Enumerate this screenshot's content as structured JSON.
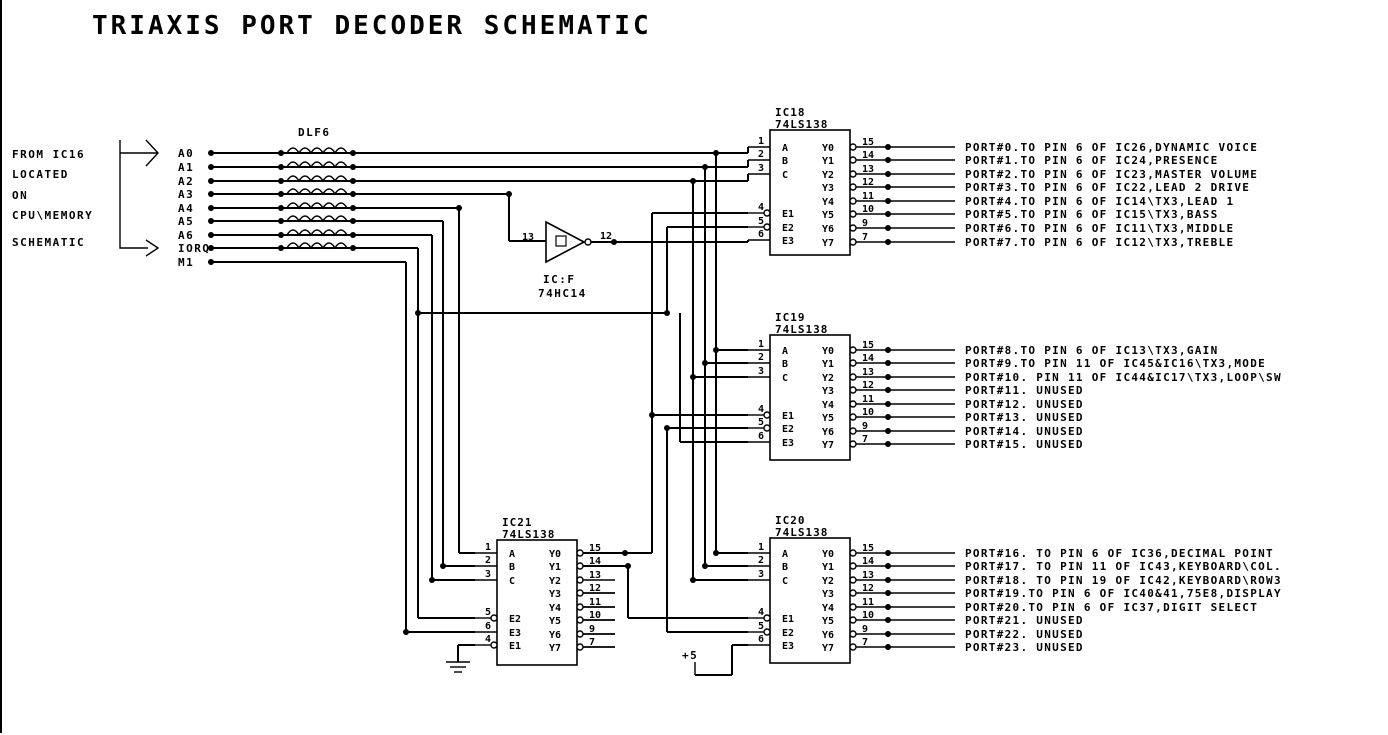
{
  "title": "TRIAXIS PORT DECODER SCHEMATIC",
  "source_note": [
    "FROM IC16",
    "LOCATED",
    "ON",
    "CPU\\MEMORY",
    "SCHEMATIC"
  ],
  "inputs": [
    "A0",
    "A1",
    "A2",
    "A3",
    "A4",
    "A5",
    "A6",
    "IORQ",
    "M1"
  ],
  "resistor_label": "DLF6",
  "inverter": {
    "name": "IC:F",
    "part": "74HC14",
    "pin_in": "13",
    "pin_out": "12"
  },
  "supply_label": "+5",
  "decoders": [
    {
      "name": "IC18",
      "part": "74LS138",
      "left": [
        {
          "pin": "1",
          "label": "A"
        },
        {
          "pin": "2",
          "label": "B"
        },
        {
          "pin": "3",
          "label": "C"
        },
        {
          "pin": "4",
          "label": "E1"
        },
        {
          "pin": "5",
          "label": "E2"
        },
        {
          "pin": "6",
          "label": "E3"
        }
      ],
      "right": [
        {
          "pin": "15",
          "label": "Y0"
        },
        {
          "pin": "14",
          "label": "Y1"
        },
        {
          "pin": "13",
          "label": "Y2"
        },
        {
          "pin": "12",
          "label": "Y3"
        },
        {
          "pin": "11",
          "label": "Y4"
        },
        {
          "pin": "10",
          "label": "Y5"
        },
        {
          "pin": "9",
          "label": "Y6"
        },
        {
          "pin": "7",
          "label": "Y7"
        }
      ],
      "ports": [
        "PORT#0.TO PIN 6 OF IC26,DYNAMIC VOICE",
        "PORT#1.TO PIN 6 OF IC24,PRESENCE",
        "PORT#2.TO PIN 6 OF IC23,MASTER VOLUME",
        "PORT#3.TO PIN 6 OF IC22,LEAD 2 DRIVE",
        "PORT#4.TO PIN 6 OF IC14\\TX3,LEAD 1",
        "PORT#5.TO PIN 6 OF IC15\\TX3,BASS",
        "PORT#6.TO PIN 6 OF IC11\\TX3,MIDDLE",
        "PORT#7.TO PIN 6 OF IC12\\TX3,TREBLE"
      ]
    },
    {
      "name": "IC19",
      "part": "74LS138",
      "left": [
        {
          "pin": "1",
          "label": "A"
        },
        {
          "pin": "2",
          "label": "B"
        },
        {
          "pin": "3",
          "label": "C"
        },
        {
          "pin": "4",
          "label": "E1"
        },
        {
          "pin": "5",
          "label": "E2"
        },
        {
          "pin": "6",
          "label": "E3"
        }
      ],
      "right": [
        {
          "pin": "15",
          "label": "Y0"
        },
        {
          "pin": "14",
          "label": "Y1"
        },
        {
          "pin": "13",
          "label": "Y2"
        },
        {
          "pin": "12",
          "label": "Y3"
        },
        {
          "pin": "11",
          "label": "Y4"
        },
        {
          "pin": "10",
          "label": "Y5"
        },
        {
          "pin": "9",
          "label": "Y6"
        },
        {
          "pin": "7",
          "label": "Y7"
        }
      ],
      "ports": [
        "PORT#8.TO PIN 6 OF IC13\\TX3,GAIN",
        "PORT#9.TO PIN 11 OF IC45&IC16\\TX3,MODE",
        "PORT#10. PIN 11 OF IC44&IC17\\TX3,LOOP\\SW",
        "PORT#11. UNUSED",
        "PORT#12. UNUSED",
        "PORT#13. UNUSED",
        "PORT#14. UNUSED",
        "PORT#15. UNUSED"
      ]
    },
    {
      "name": "IC20",
      "part": "74LS138",
      "left": [
        {
          "pin": "1",
          "label": "A"
        },
        {
          "pin": "2",
          "label": "B"
        },
        {
          "pin": "3",
          "label": "C"
        },
        {
          "pin": "4",
          "label": "E1"
        },
        {
          "pin": "5",
          "label": "E2"
        },
        {
          "pin": "6",
          "label": "E3"
        }
      ],
      "right": [
        {
          "pin": "15",
          "label": "Y0"
        },
        {
          "pin": "14",
          "label": "Y1"
        },
        {
          "pin": "13",
          "label": "Y2"
        },
        {
          "pin": "12",
          "label": "Y3"
        },
        {
          "pin": "11",
          "label": "Y4"
        },
        {
          "pin": "10",
          "label": "Y5"
        },
        {
          "pin": "9",
          "label": "Y6"
        },
        {
          "pin": "7",
          "label": "Y7"
        }
      ],
      "ports": [
        "PORT#16. TO PIN 6 OF IC36,DECIMAL POINT",
        "PORT#17. TO PIN 11 OF IC43,KEYBOARD\\COL.",
        "PORT#18. TO PIN 19 OF IC42,KEYBOARD\\ROW3",
        "PORT#19.TO PIN 6 OF IC40&41,75E8,DISPLAY",
        "PORT#20.TO PIN 6 OF IC37,DIGIT SELECT",
        "PORT#21. UNUSED",
        "PORT#22. UNUSED",
        "PORT#23. UNUSED"
      ]
    },
    {
      "name": "IC21",
      "part": "74LS138",
      "left": [
        {
          "pin": "1",
          "label": "A"
        },
        {
          "pin": "2",
          "label": "B"
        },
        {
          "pin": "3",
          "label": "C"
        },
        {
          "pin": "5",
          "label": "E2"
        },
        {
          "pin": "6",
          "label": "E3"
        },
        {
          "pin": "4",
          "label": "E1"
        }
      ],
      "right": [
        {
          "pin": "15",
          "label": "Y0"
        },
        {
          "pin": "14",
          "label": "Y1"
        },
        {
          "pin": "13",
          "label": "Y2"
        },
        {
          "pin": "12",
          "label": "Y3"
        },
        {
          "pin": "11",
          "label": "Y4"
        },
        {
          "pin": "10",
          "label": "Y5"
        },
        {
          "pin": "9",
          "label": "Y6"
        },
        {
          "pin": "7",
          "label": "Y7"
        }
      ],
      "ports": []
    }
  ]
}
